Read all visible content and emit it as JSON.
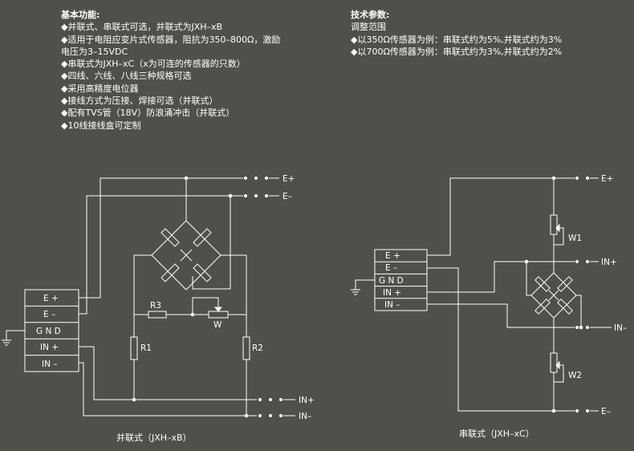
{
  "features": {
    "heading": "基本功能:",
    "items": [
      "◆并联式、串联式可选，并联式为JXH–xB",
      "◆适用于电阻应变片式传感器，阻抗为350–800Ω，激励",
      "电压为3–15VDC",
      "◆串联式为JXH–xC（x为可连的传感器的只数）",
      "◆四线、六线、八线三种规格可选",
      "◆采用高精度电位器",
      "◆接线方式为压接、焊接可选（并联式）",
      "◆配有TVS管（18V）防浪涌冲击（并联式）",
      "◆10线接线盒可定制"
    ]
  },
  "specs": {
    "heading": "技术参数:",
    "items": [
      "调整范围",
      "◆以350Ω传感器为例：串联式约为5%,并联式约为3%",
      "◆以700Ω传感器为例：串联式约为3%,并联式约为2%"
    ]
  },
  "parallel": {
    "caption": "并联式（JXH–xB）",
    "terminals": [
      "E +",
      "E –",
      "G N D",
      "IN +",
      "IN –"
    ],
    "outputs": {
      "e_plus": "E+",
      "e_minus": "E–",
      "in_plus": "IN+",
      "in_minus": "IN–"
    },
    "components": {
      "r1": "R1",
      "r2": "R2",
      "r3": "R3",
      "w": "W"
    }
  },
  "series": {
    "caption": "串联式（JXH–xC）",
    "terminals": [
      "E +",
      "E –",
      "G N D",
      "IN +",
      "IN –"
    ],
    "outputs": {
      "e_plus": "E+",
      "in_plus": "IN+",
      "in_minus": "IN–",
      "e_minus": "E–"
    },
    "components": {
      "w1": "W1",
      "w2": "W2"
    }
  }
}
